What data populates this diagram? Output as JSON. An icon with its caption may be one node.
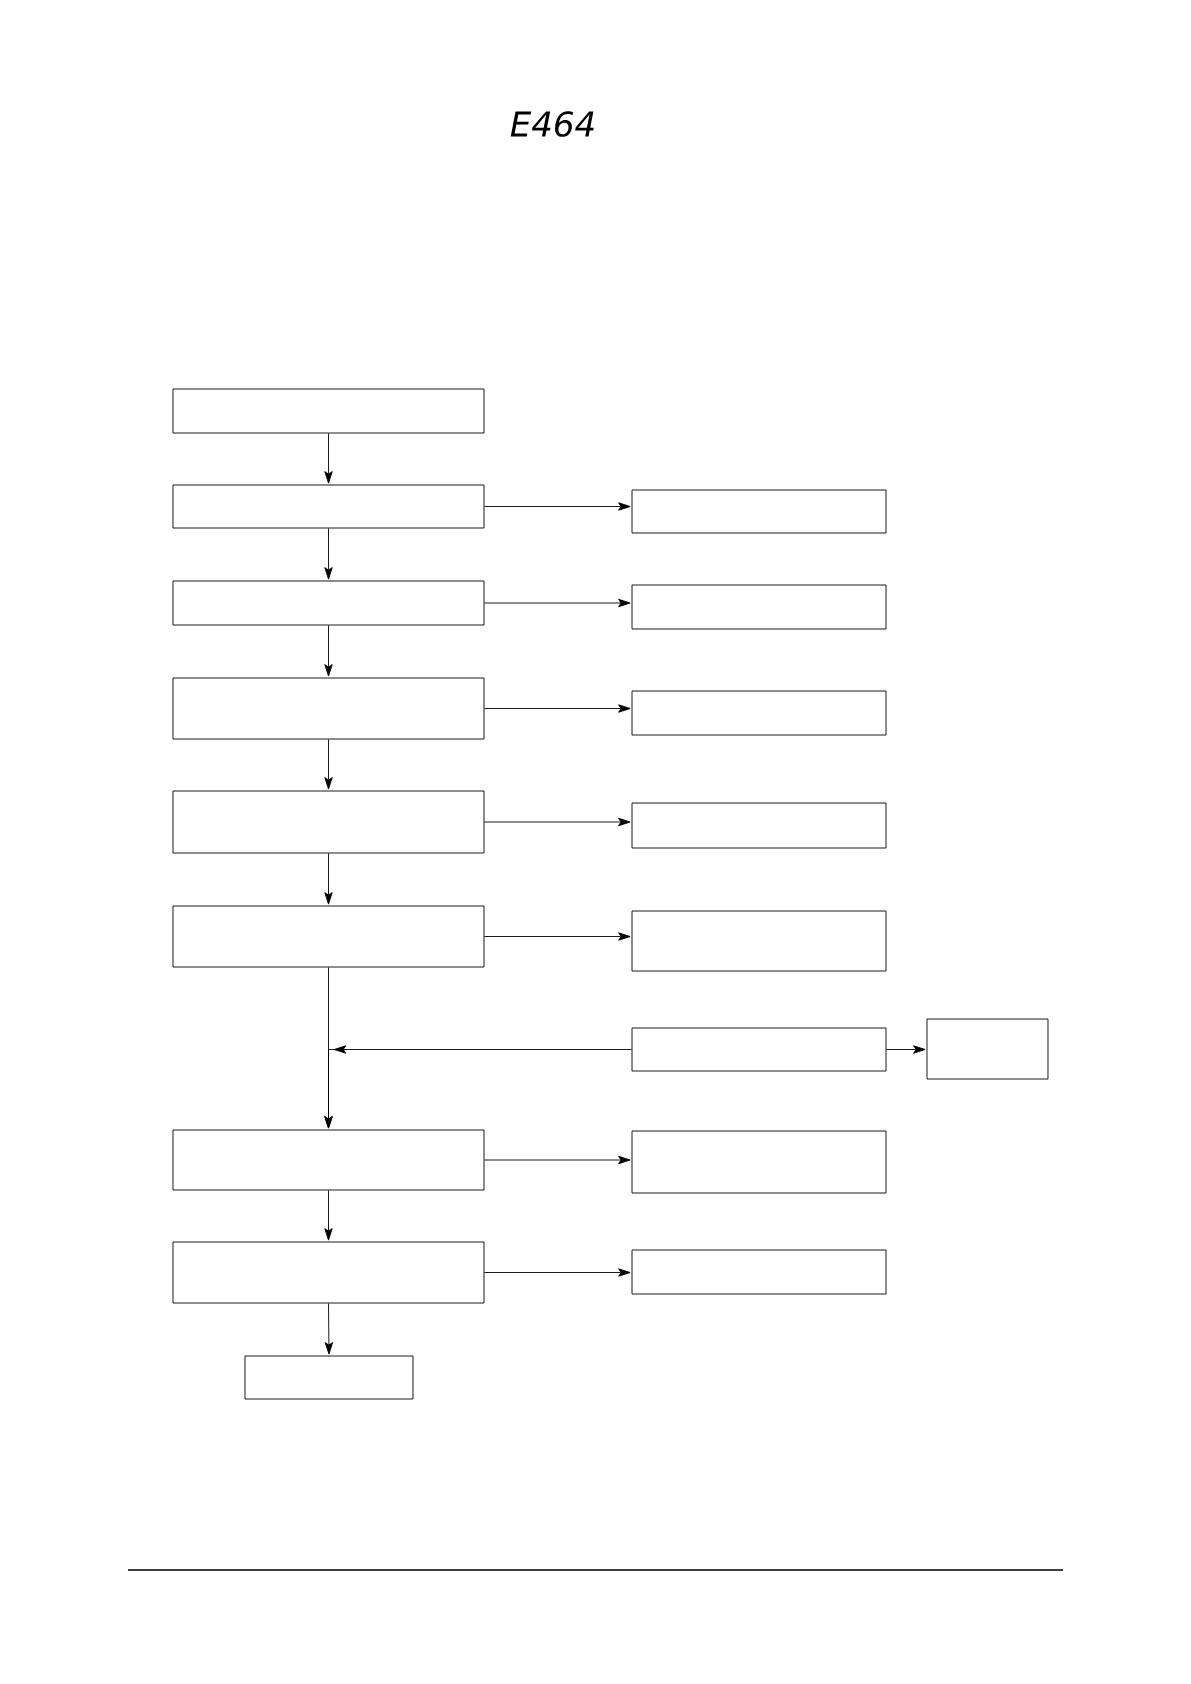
{
  "diagram": {
    "nodes": [
      {
        "text": [],
        "shape": "box"
      },
      {
        "text": [],
        "shape": "box"
      },
      {
        "text": [],
        "shape": "box"
      },
      {
        "text": [],
        "shape": "box"
      },
      {
        "text": [],
        "shape": "box"
      },
      {
        "text": [],
        "shape": "box"
      },
      {
        "text": [],
        "shape": "box"
      },
      {
        "text": [],
        "shape": "box"
      },
      {
        "text": [],
        "shape": "box"
      },
      {
        "text": [],
        "shape": "box"
      },
      {
        "text": [],
        "shape": "box"
      },
      {
        "text": [],
        "shape": "box"
      },
      {
        "text": [],
        "shape": "box"
      },
      {
        "text": [],
        "shape": "box"
      },
      {
        "text": [],
        "shape": "box"
      },
      {
        "text": [],
        "shape": "box"
      },
      {
        "text": [],
        "shape": "box"
      },
      {
        "text": [],
        "shape": "box"
      }
    ],
    "edges": [
      {
        "from": 0,
        "to": 1,
        "arrow": "to"
      },
      {
        "from": 1,
        "to": 2,
        "arrow": "to"
      },
      {
        "from": 1,
        "to": 3,
        "arrow": "to"
      },
      {
        "from": 3,
        "to": 4,
        "arrow": "to"
      },
      {
        "from": 3,
        "to": 5,
        "arrow": "to"
      },
      {
        "from": 5,
        "to": 6,
        "arrow": "to"
      },
      {
        "from": 5,
        "to": 7,
        "arrow": "to"
      },
      {
        "from": 7,
        "to": 8,
        "arrow": "to"
      },
      {
        "from": 7,
        "to": 9,
        "arrow": "to"
      },
      {
        "from": 9,
        "to": 10,
        "arrow": "to"
      },
      {
        "from": 9,
        "to": 13,
        "arrow": "to"
      },
      {
        "from": 11,
        "to": 13,
        "arrow": "to"
      },
      {
        "from": 11,
        "to": 12,
        "arrow": "to"
      },
      {
        "from": 13,
        "to": 14,
        "arrow": "to"
      },
      {
        "from": 13,
        "to": 15,
        "arrow": "to"
      },
      {
        "from": 15,
        "to": 16,
        "arrow": "to"
      },
      {
        "from": 15,
        "to": 17,
        "arrow": "to"
      }
    ],
    "labels": [
      "E464"
    ]
  }
}
